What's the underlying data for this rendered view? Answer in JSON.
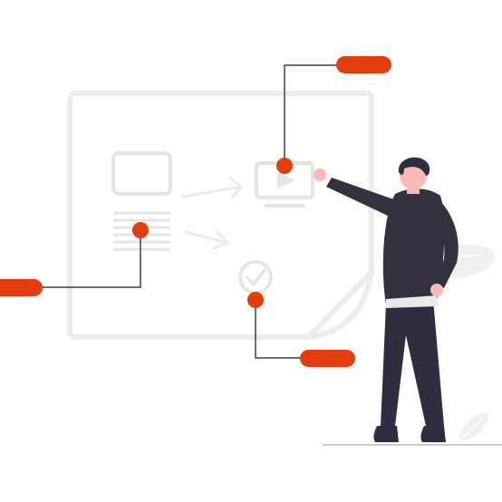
{
  "illustration": {
    "subject": "person-presenting-workflow-board",
    "colors": {
      "accent": "#e23d0c",
      "board": "#ececec",
      "board_content": "#e4e4e4",
      "line": "#3f3d56",
      "figure_dark": "#34313f",
      "skin": "#ffb8b8",
      "hair": "#2f2e41",
      "shirt_accent": "#eaeaea"
    },
    "icons": [
      "image-icon",
      "text-lines-icon",
      "video-play-icon",
      "check-circle-icon",
      "leaf-plant-icon"
    ],
    "callouts": [
      "callout-top",
      "callout-left",
      "callout-bottom"
    ]
  }
}
